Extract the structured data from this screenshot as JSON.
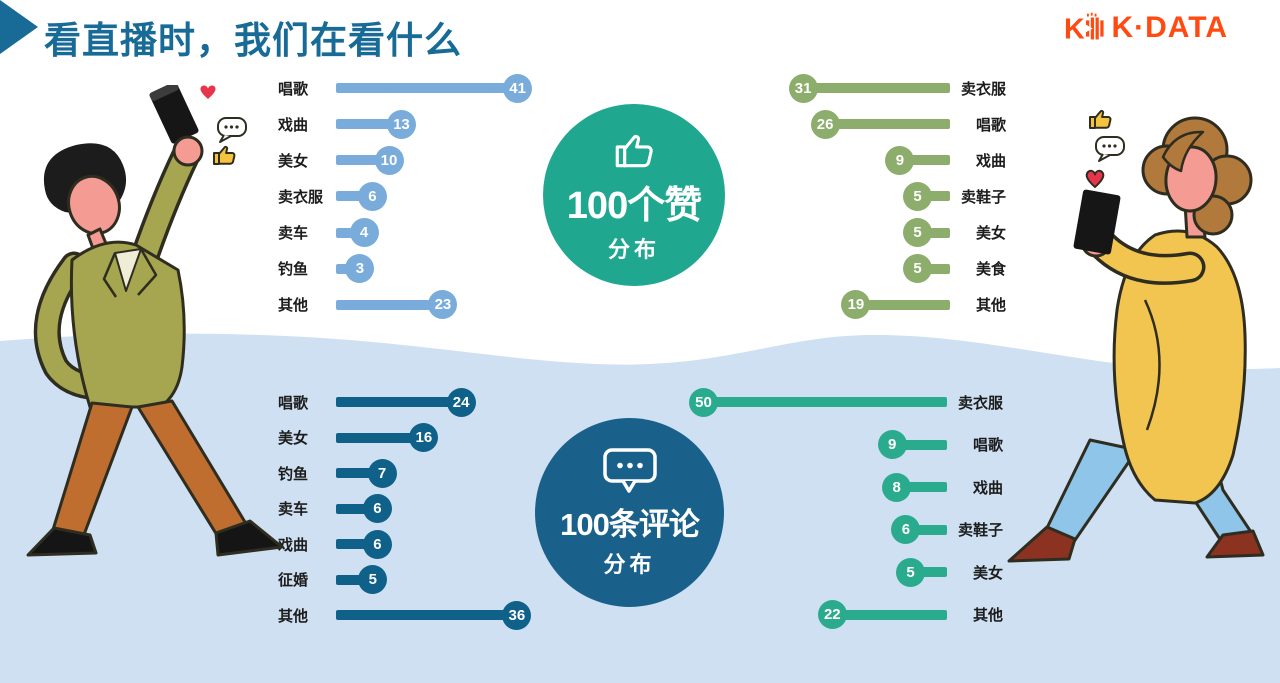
{
  "header": {
    "title": "看直播时，我们在看什么",
    "logo_text": "K·DATA"
  },
  "badges": {
    "likes": {
      "icon": "thumbs-up-icon",
      "title": "100个赞",
      "subtitle": "分布"
    },
    "comments": {
      "icon": "comment-bubble-icon",
      "title": "100条评论",
      "subtitle": "分布"
    }
  },
  "chart_data": [
    {
      "id": "likes-left",
      "type": "bar",
      "group": "100个赞分布",
      "side": "left",
      "color": "#79ACDB",
      "categories": [
        "唱歌",
        "戏曲",
        "美女",
        "卖衣服",
        "卖车",
        "钓鱼",
        "其他"
      ],
      "values": [
        41,
        13,
        10,
        6,
        4,
        3,
        23
      ],
      "total": 100,
      "value_labels_in_circles": true,
      "grid": false
    },
    {
      "id": "likes-right",
      "type": "bar",
      "group": "100个赞分布",
      "side": "right",
      "color": "#8CAD6B",
      "categories": [
        "卖衣服",
        "唱歌",
        "戏曲",
        "卖鞋子",
        "美女",
        "美食",
        "其他"
      ],
      "values": [
        31,
        26,
        9,
        5,
        5,
        5,
        19
      ],
      "total": 100,
      "value_labels_in_circles": true,
      "grid": false
    },
    {
      "id": "comments-left",
      "type": "bar",
      "group": "100条评论分布",
      "side": "left",
      "color": "#0F6189",
      "categories": [
        "唱歌",
        "美女",
        "钓鱼",
        "卖车",
        "戏曲",
        "征婚",
        "其他"
      ],
      "values": [
        24,
        16,
        7,
        6,
        6,
        5,
        36
      ],
      "total": 100,
      "value_labels_in_circles": true,
      "grid": false
    },
    {
      "id": "comments-right",
      "type": "bar",
      "group": "100条评论分布",
      "side": "right",
      "color": "#2BAB8E",
      "categories": [
        "卖衣服",
        "唱歌",
        "戏曲",
        "卖鞋子",
        "美女",
        "其他"
      ],
      "values": [
        50,
        9,
        8,
        6,
        5,
        22
      ],
      "total": 100,
      "value_labels_in_circles": true,
      "grid": false
    }
  ],
  "colors": {
    "title": "#176B96",
    "logo": "#FF4A12",
    "likes_badge": "#1FA78F",
    "comments_badge": "#19618B",
    "lower_background": "#CFE0F2",
    "bar_blue": "#79ACDB",
    "bar_green": "#8CAD6B",
    "bar_dark_blue": "#0F6189",
    "bar_teal": "#2BAB8E"
  }
}
